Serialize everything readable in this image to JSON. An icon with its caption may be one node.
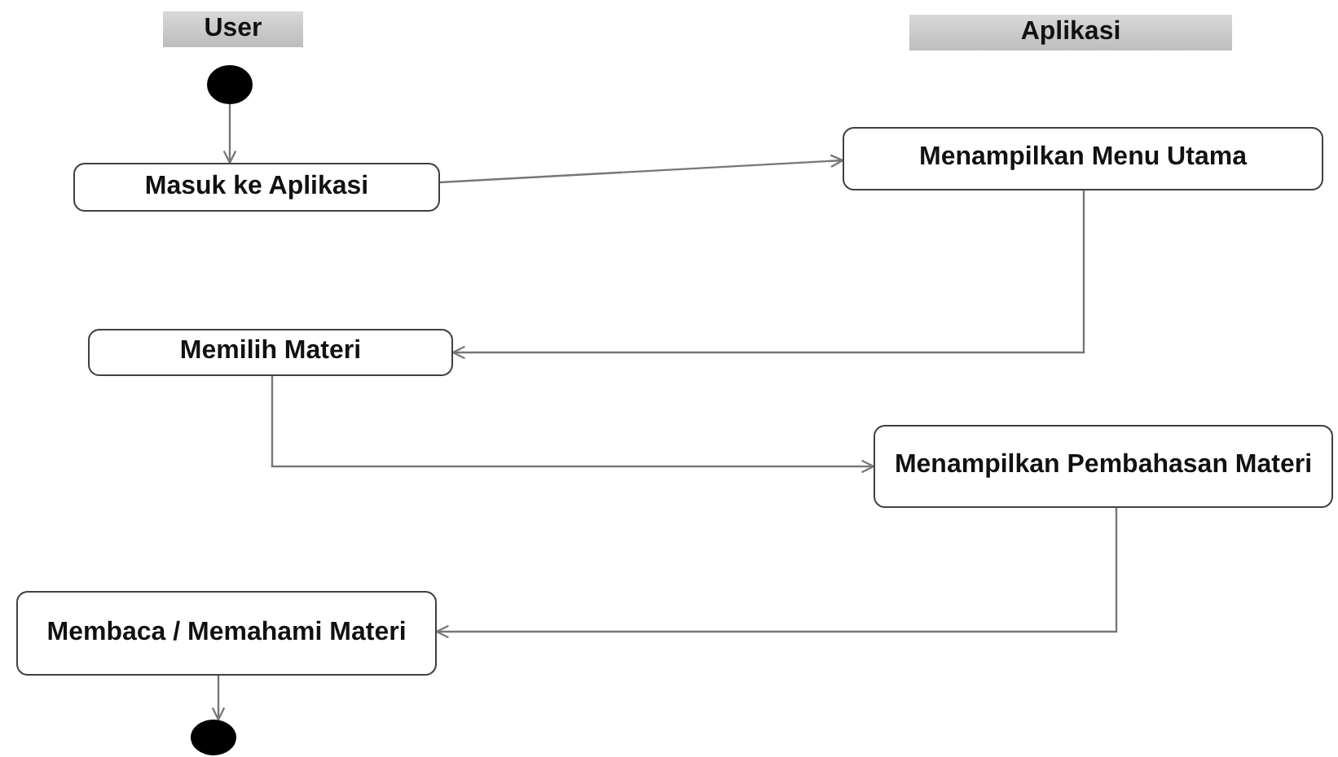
{
  "diagram": {
    "nodes": [
      {
        "text": [
          "User"
        ]
      },
      {
        "text": [
          "Aplikasi"
        ]
      },
      {
        "text": [],
        "shape": "circle"
      },
      {
        "text": [
          "Masuk ke Aplikasi"
        ]
      },
      {
        "text": [
          "Menampilkan Menu Utama"
        ]
      },
      {
        "text": [
          "Memilih Materi"
        ]
      },
      {
        "text": [
          "Menampilkan Pembahasan Materi"
        ]
      },
      {
        "text": [
          "Membaca / Memahami Materi"
        ]
      },
      {
        "text": [],
        "shape": "circle"
      }
    ],
    "edges": [
      {
        "from": 2,
        "to": 3,
        "arrow": "to"
      },
      {
        "from": 3,
        "to": 4,
        "arrow": "to"
      },
      {
        "from": 4,
        "to": 5,
        "arrow": "to"
      },
      {
        "from": 5,
        "to": 6,
        "arrow": "to"
      },
      {
        "from": 6,
        "to": 7,
        "arrow": "to"
      },
      {
        "from": 7,
        "to": 8,
        "arrow": "to"
      }
    ]
  }
}
